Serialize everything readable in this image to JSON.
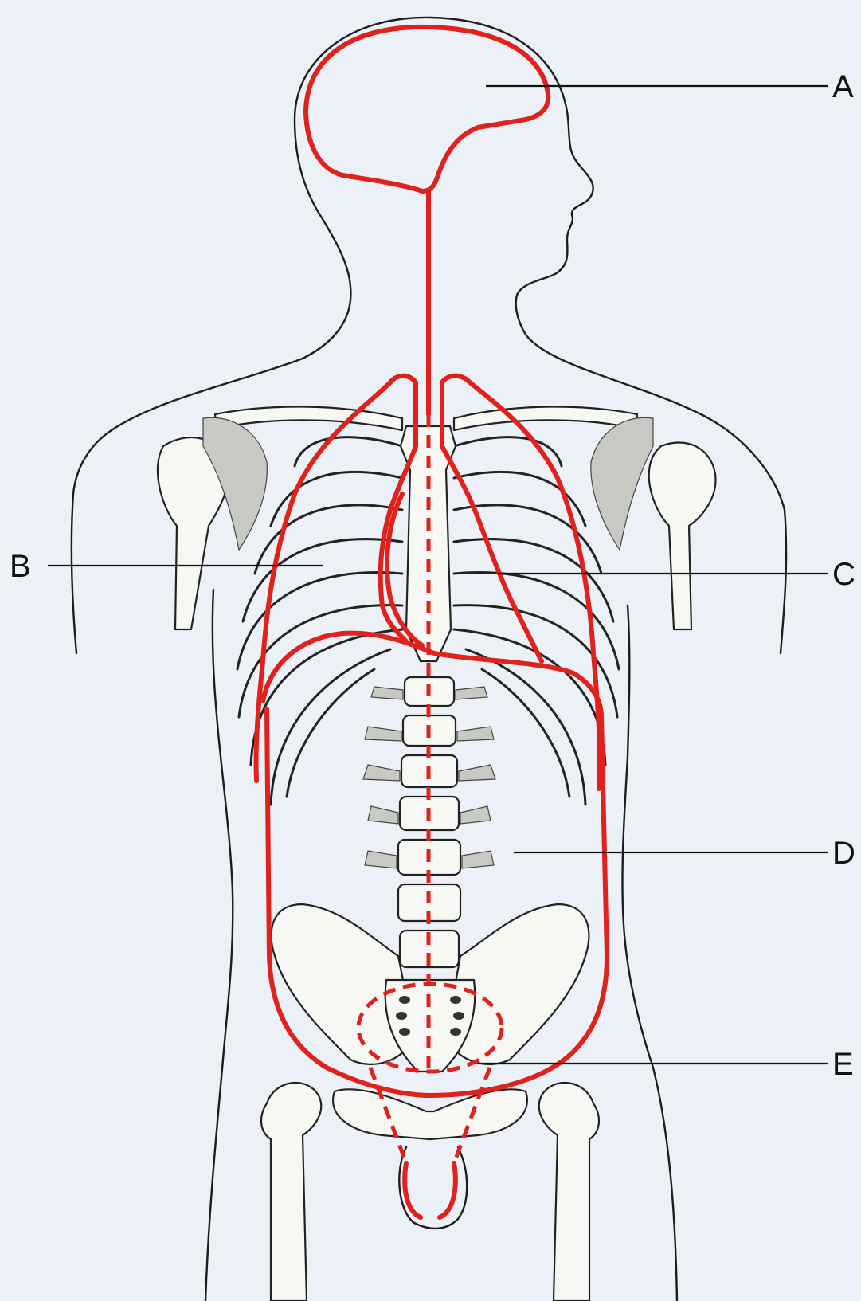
{
  "labels": {
    "a": "A",
    "b": "B",
    "c": "C",
    "d": "D",
    "e": "E"
  },
  "colors": {
    "cavity_lines": "#e0211c",
    "outline": "#1d1d1d",
    "background": "#ecf1f8"
  }
}
